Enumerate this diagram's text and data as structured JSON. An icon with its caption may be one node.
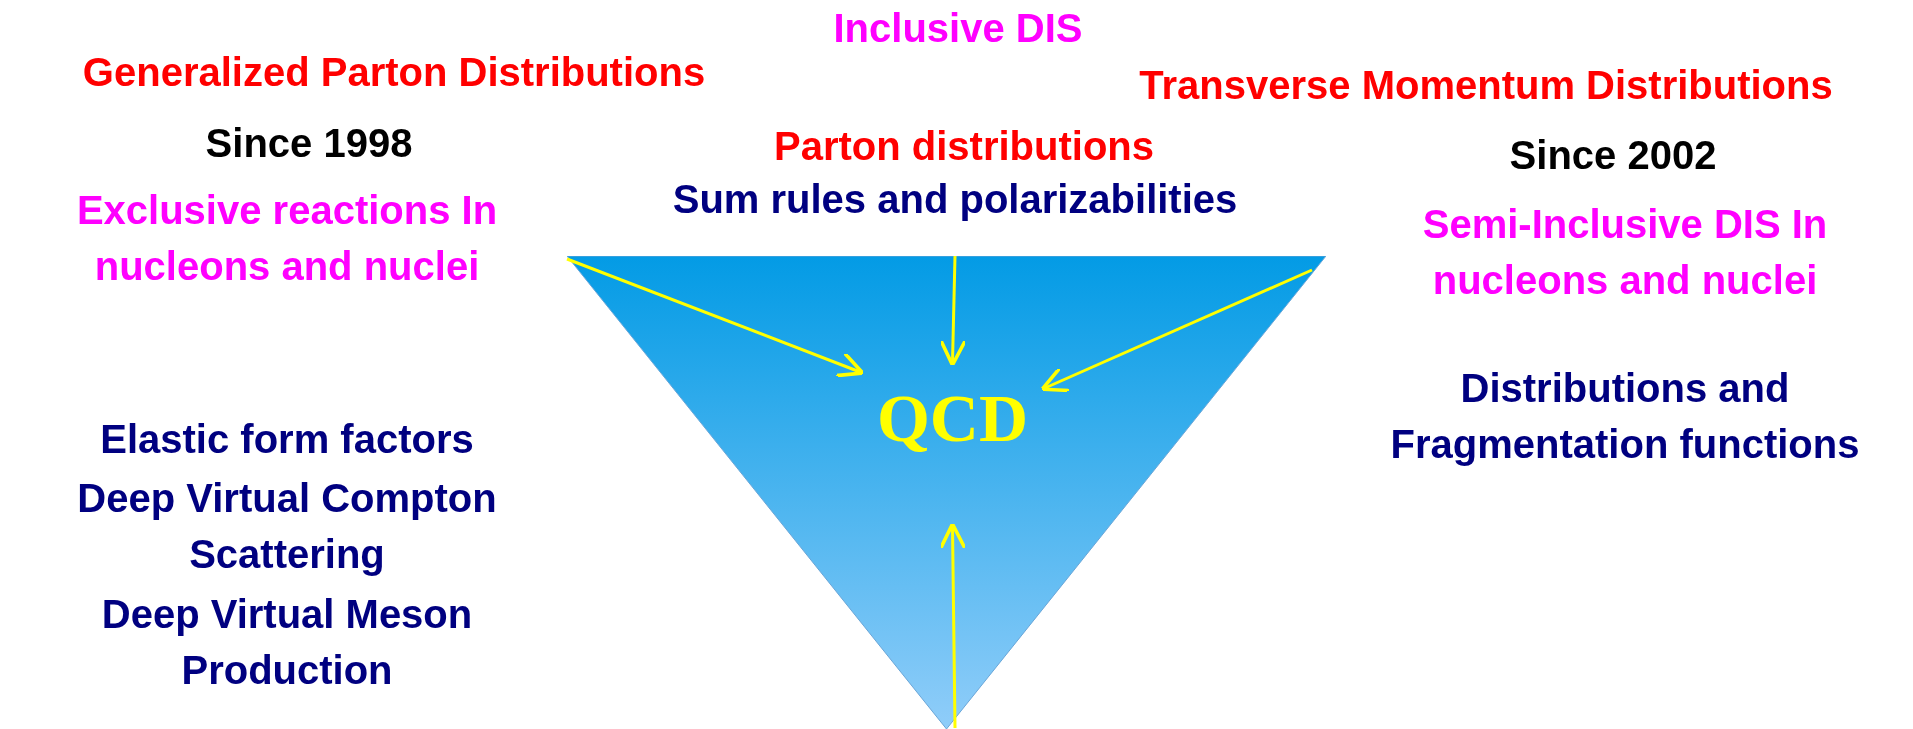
{
  "diagram": {
    "nodes": [
      {
        "text": [],
        "shape": "triangle"
      },
      {
        "text": [
          "QCD"
        ],
        "in": 0
      }
    ],
    "edges": [
      {
        "from": null,
        "to": 1,
        "arrow": "to",
        "color": "#ffff00"
      },
      {
        "from": null,
        "to": 1,
        "arrow": "to",
        "color": "#ffff00"
      },
      {
        "from": null,
        "to": 1,
        "arrow": "to",
        "color": "#ffff00"
      },
      {
        "from": null,
        "to": 1,
        "arrow": "to",
        "color": "#ffff00"
      }
    ],
    "labels": [
      "Inclusive DIS",
      "Generalized Parton Distributions",
      "Transverse Momentum Distributions",
      "Since 1998",
      "Parton distributions",
      "Since 2002",
      "Sum rules and polarizabilities",
      "Exclusive reactions In nucleons and nuclei",
      "Semi-Inclusive DIS In nucleons and nuclei",
      "Distributions and Fragmentation functions",
      "Elastic form factors",
      "Deep Virtual Compton Scattering",
      "Deep Virtual Meson Production"
    ]
  }
}
